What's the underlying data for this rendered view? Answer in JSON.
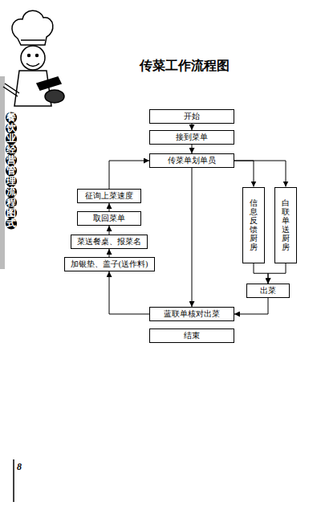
{
  "diagram": {
    "title": "传菜工作流程图",
    "nodes": [
      {
        "text": [
          "开始"
        ]
      },
      {
        "text": [
          "接到菜单"
        ]
      },
      {
        "text": [
          "传菜单划单员"
        ]
      },
      {
        "text": [
          "征询上菜速度"
        ]
      },
      {
        "text": [
          "取回菜单"
        ]
      },
      {
        "text": [
          "菜送餐桌、报菜名"
        ]
      },
      {
        "text": [
          "加银垫、盖子(送作料)"
        ]
      },
      {
        "text": [
          "信息反馈厨房"
        ]
      },
      {
        "text": [
          "白联单送厨房"
        ]
      },
      {
        "text": [
          "出菜"
        ]
      },
      {
        "text": [
          "蓝联单核对出菜"
        ]
      },
      {
        "text": [
          "结束"
        ]
      }
    ],
    "edges": [
      {
        "from": 0,
        "to": 1,
        "arrow": "to"
      },
      {
        "from": 1,
        "to": 2,
        "arrow": "to"
      },
      {
        "from": 2,
        "to": 7,
        "arrow": "to"
      },
      {
        "from": 2,
        "to": 8,
        "arrow": "to"
      },
      {
        "from": 7,
        "to": 9,
        "arrow": "to"
      },
      {
        "from": 8,
        "to": 9,
        "arrow": "to"
      },
      {
        "from": 9,
        "to": 10,
        "arrow": "to"
      },
      {
        "from": 2,
        "to": 10,
        "arrow": "to"
      },
      {
        "from": 10,
        "to": 6,
        "arrow": "to"
      },
      {
        "from": 6,
        "to": 5,
        "arrow": "to"
      },
      {
        "from": 5,
        "to": 4,
        "arrow": "to"
      },
      {
        "from": 4,
        "to": 3,
        "arrow": "to"
      },
      {
        "from": 3,
        "to": 2,
        "arrow": "to"
      }
    ],
    "labels": [
      "餐饮业经营管理流程图式",
      "8"
    ]
  }
}
